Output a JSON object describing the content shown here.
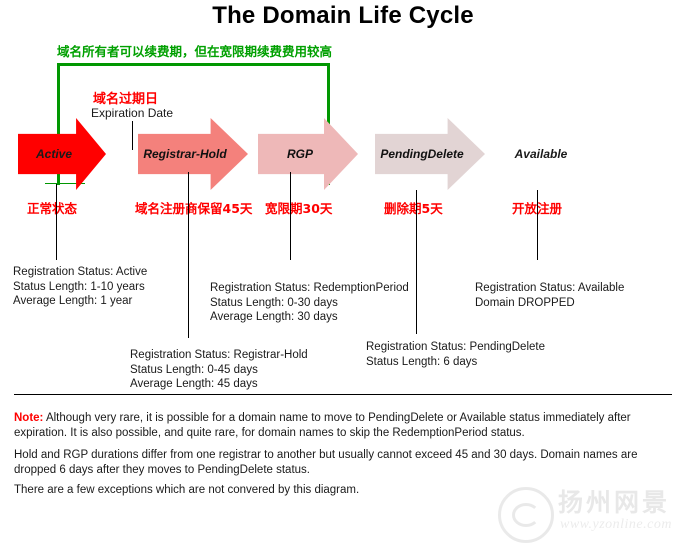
{
  "title": "The Domain Life Cycle",
  "renewal_note_zh": "域名所有者可以续费期，但在宽限期续费费用较高",
  "expiration": {
    "zh": "域名过期日",
    "en": "Expiration Date"
  },
  "stages": [
    {
      "name": "Active",
      "caption_zh": "正常状态"
    },
    {
      "name": "Registrar-Hold",
      "caption_zh": "域名注册商保留45天"
    },
    {
      "name": "RGP",
      "caption_zh": "宽限期30天"
    },
    {
      "name": "PendingDelete",
      "caption_zh": "删除期5天"
    },
    {
      "name": "Available",
      "caption_zh": "开放注册"
    }
  ],
  "details": {
    "active": {
      "line1": "Registration Status: Active",
      "line2": "Status Length: 1-10 years",
      "line3": "Average Length: 1 year"
    },
    "registrar_hold": {
      "line1": "Registration Status: Registrar-Hold",
      "line2": "Status Length: 0-45 days",
      "line3": "Average Length: 45 days"
    },
    "rgp": {
      "line1": "Registration Status: RedemptionPeriod",
      "line2": "Status Length: 0-30 days",
      "line3": "Average Length: 30 days"
    },
    "pending_delete": {
      "line1": "Registration Status: PendingDelete",
      "line2": "Status Length: 6 days"
    },
    "available": {
      "line1": "Registration Status: Available",
      "line2": "Domain DROPPED"
    }
  },
  "notes": {
    "lead": "Note:",
    "note1": " Although very rare, it is possible for a domain name to move to PendingDelete or Available status immediately after expiration.  It is also possible, and quite rare,  for domain names to skip the RedemptionPeriod status.",
    "note2": "Hold and RGP durations differ from one registrar to another but usually cannot exceed 45 and 30 days. Domain names are dropped 6 days after they moves to PendingDelete status.",
    "note3": "There are a few exceptions which are not convered by this diagram."
  },
  "watermark": {
    "brand_cn": "扬州网景",
    "url": "www.yzonline.com"
  },
  "colors": {
    "active_arrow": "#ff0000",
    "registrar_hold_arrow": "#f4817c",
    "rgp_arrow": "#eeb8b8",
    "pending_delete_arrow": "#e2d4d4",
    "available_arrow": "#ffffff",
    "bracket_green": "#019701",
    "caption_red": "#ff0000"
  }
}
